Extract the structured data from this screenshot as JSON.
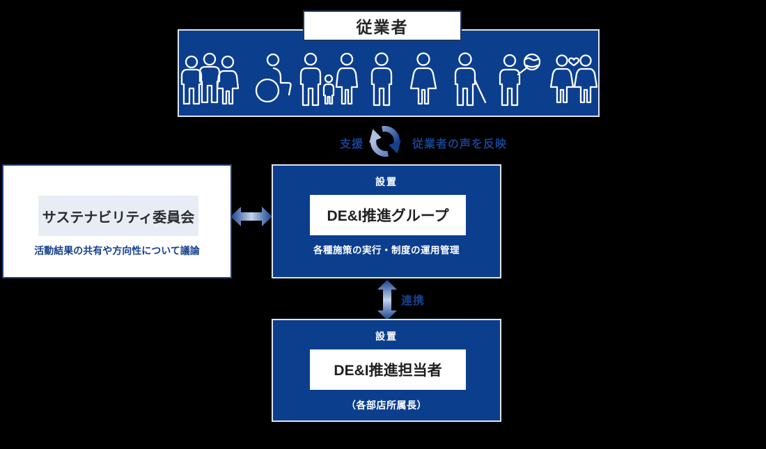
{
  "colors": {
    "primary_blue": "#0c3e8e",
    "accent_text_blue": "#17418f",
    "light_panel": "#e8ecf5",
    "arrow_light": "#c3d1ea",
    "background": "#000000"
  },
  "employees": {
    "label": "従業者",
    "icons": [
      "group-of-three-people-icon",
      "wheelchair-user-icon",
      "family-with-child-icon",
      "man-icon",
      "woman-icon",
      "person-with-white-cane-icon",
      "person-holding-globe-icon",
      "female-couple-with-heart-icon"
    ]
  },
  "cycle": {
    "left_label": "支援",
    "right_label": "従業者の声を反映"
  },
  "promotion_group": {
    "tag": "設置",
    "title": "DE&I推進グループ",
    "description": "各種施策の実行・制度の運用管理"
  },
  "sustainability_committee": {
    "title": "サステナビリティ委員会",
    "description": "活動結果の共有や方向性について議論"
  },
  "link": {
    "label": "連携"
  },
  "promotion_staff": {
    "tag": "設置",
    "title": "DE&I推進担当者",
    "description": "（各部店所属長）"
  }
}
